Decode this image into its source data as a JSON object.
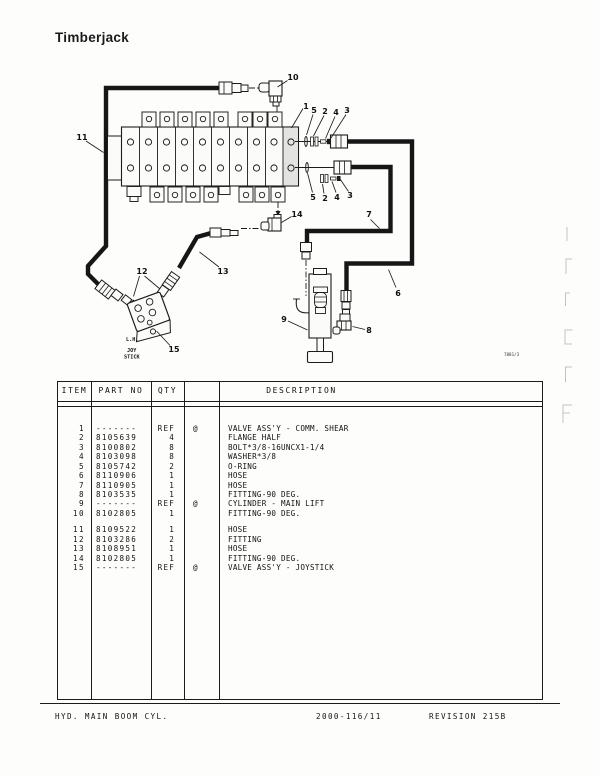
{
  "page": {
    "title": "Timberjack",
    "fig_ref": "7881/3"
  },
  "diagram": {
    "callouts": {
      "1": "1",
      "2": "2",
      "3": "3",
      "4": "4",
      "5": "5",
      "6": "6",
      "7": "7",
      "8": "8",
      "9": "9",
      "10": "10",
      "11": "11",
      "12": "12",
      "13": "13",
      "14": "14",
      "15": "15"
    },
    "labels": {
      "lh": "L.H.",
      "joy": "JOY",
      "stick": "STICK"
    }
  },
  "parts_table": {
    "headers": [
      "ITEM",
      "PART NO",
      "QTY",
      "DESCRIPTION"
    ],
    "groups": [
      {
        "rows": [
          {
            "item": "1",
            "part": "-------",
            "qty": "REF",
            "flag": "@",
            "desc": "VALVE ASS'Y - COMM. SHEAR"
          },
          {
            "item": "2",
            "part": "8105639",
            "qty": "4",
            "flag": "",
            "desc": "FLANGE HALF"
          },
          {
            "item": "3",
            "part": "8100802",
            "qty": "8",
            "flag": "",
            "desc": "BOLT*3/8-16UNCX1-1/4"
          },
          {
            "item": "4",
            "part": "8103098",
            "qty": "8",
            "flag": "",
            "desc": "WASHER*3/8"
          },
          {
            "item": "5",
            "part": "8105742",
            "qty": "2",
            "flag": "",
            "desc": "O-RING"
          },
          {
            "item": "6",
            "part": "8110906",
            "qty": "1",
            "flag": "",
            "desc": "HOSE"
          },
          {
            "item": "7",
            "part": "8110905",
            "qty": "1",
            "flag": "",
            "desc": "HOSE"
          },
          {
            "item": "8",
            "part": "8103535",
            "qty": "1",
            "flag": "",
            "desc": "FITTING-90 DEG."
          },
          {
            "item": "9",
            "part": "-------",
            "qty": "REF",
            "flag": "@",
            "desc": "CYLINDER - MAIN LIFT"
          },
          {
            "item": "10",
            "part": "8102805",
            "qty": "1",
            "flag": "",
            "desc": "FITTING-90 DEG."
          }
        ]
      },
      {
        "rows": [
          {
            "item": "11",
            "part": "8109522",
            "qty": "1",
            "flag": "",
            "desc": "HOSE"
          },
          {
            "item": "12",
            "part": "8103286",
            "qty": "2",
            "flag": "",
            "desc": "FITTING"
          },
          {
            "item": "13",
            "part": "8108951",
            "qty": "1",
            "flag": "",
            "desc": "HOSE"
          },
          {
            "item": "14",
            "part": "8102805",
            "qty": "1",
            "flag": "",
            "desc": "FITTING-90 DEG."
          },
          {
            "item": "15",
            "part": "-------",
            "qty": "REF",
            "flag": "@",
            "desc": "VALVE ASS'Y - JOYSTICK"
          }
        ]
      }
    ]
  },
  "footer": {
    "left": "HYD. MAIN BOOM CYL.",
    "center": "2000-116/11",
    "right": "REVISION 215B"
  }
}
